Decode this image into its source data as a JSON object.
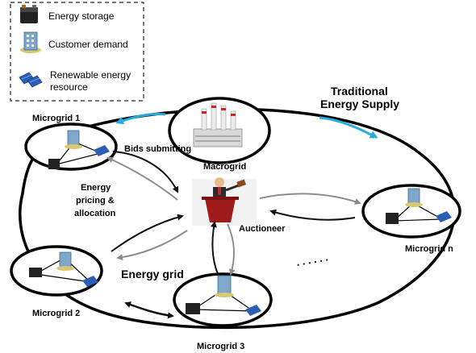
{
  "legend": {
    "items": [
      {
        "label": "Energy storage",
        "icon": "battery-icon"
      },
      {
        "label": "Customer demand",
        "icon": "building-icon"
      },
      {
        "label_line1": "Renewable energy",
        "label_line2": "resource",
        "icon": "solar-panel-icon"
      }
    ]
  },
  "labels": {
    "traditional_supply_line1": "Traditional",
    "traditional_supply_line2": "Energy Supply",
    "macrogrid": "Macrogrid",
    "bids_submitting": "Bids submitting",
    "pricing_line1": "Energy",
    "pricing_line2": "pricing &",
    "pricing_line3": "allocation",
    "auctioneer": "Auctioneer",
    "energy_grid": "Energy grid",
    "ellipsis": ". . . . . .",
    "microgrid_1": "Microgrid 1",
    "microgrid_2": "Microgrid 2",
    "microgrid_3": "Microgrid 3",
    "microgrid_n": "Microgrid n"
  },
  "colors": {
    "blue_arrow": "#29abe2",
    "gray_arrow": "#8c8c8c",
    "black_arrow": "#111111",
    "podium": "#9e1b1b"
  }
}
